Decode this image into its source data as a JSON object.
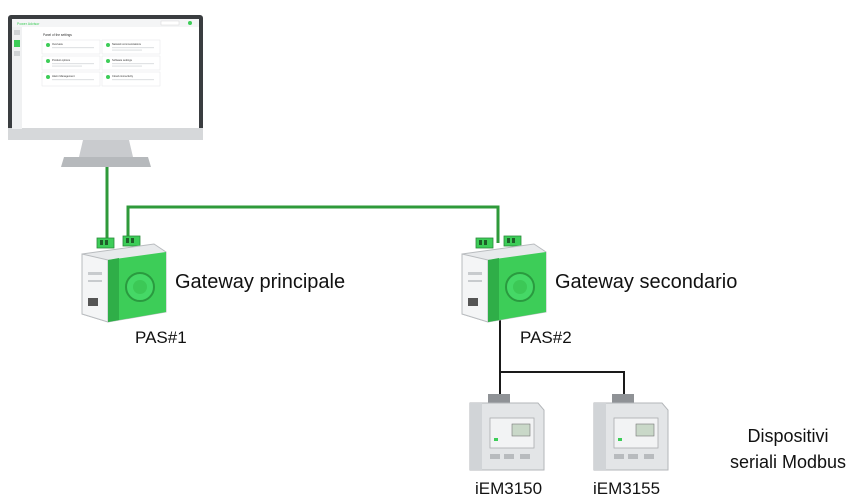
{
  "colors": {
    "link_green": "#2e9a3a",
    "device_green": "#3dcd58",
    "monitor_frame": "#3a3d40",
    "monitor_stand": "#c9cbce",
    "meter_body": "#e3e5e7",
    "rs485_line": "#1a1a1a"
  },
  "monitor": {
    "icon": "computer-monitor-icon",
    "screen_header": "Power Advisor",
    "screen_button": "",
    "screen_title": "Panel of the settings",
    "tiles": [
      {
        "title": "Overview",
        "desc": ""
      },
      {
        "title": "Network communications",
        "desc": ""
      },
      {
        "title": "Product options",
        "desc": ""
      },
      {
        "title": "Software settings",
        "desc": ""
      },
      {
        "title": "Alarm Management",
        "desc": ""
      },
      {
        "title": "Cloud connectivity",
        "desc": ""
      }
    ]
  },
  "gateways": [
    {
      "label": "Gateway principale",
      "id_label": "PAS#1"
    },
    {
      "label": "Gateway secondario",
      "id_label": "PAS#2"
    }
  ],
  "meters": [
    {
      "label": "iEM3150"
    },
    {
      "label": "iEM3155"
    }
  ],
  "devices_label": {
    "line1": "Dispositivi",
    "line2": "seriali Modbus"
  }
}
